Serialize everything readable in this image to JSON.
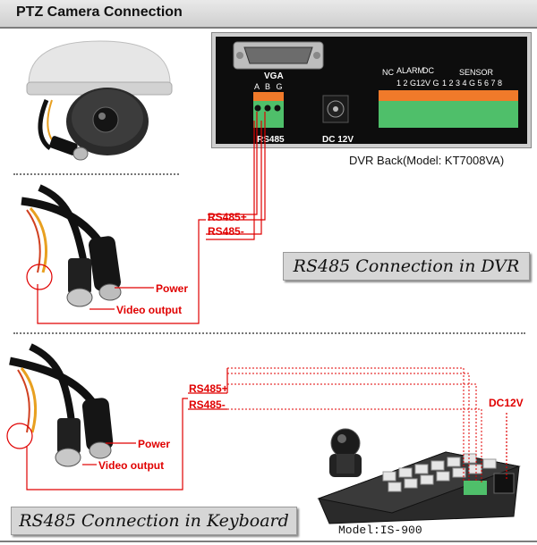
{
  "header": {
    "title": "PTZ Camera Connection"
  },
  "dvr": {
    "vga_label": "VGA",
    "vga_pins": "A B G",
    "rs485_port_label": "RS485",
    "dc_label": "DC 12V",
    "nc_label": "NC",
    "alarm_label": "ALARM",
    "dc_small_label": "DC",
    "sensor_label": "SENSOR",
    "alarm_pins": "1  2  G12V G",
    "sensor_pins": "1  2  3  4  G  5  6  7  8",
    "caption": "DVR Back(Model: KT7008VA)"
  },
  "section1": {
    "rs485_plus": "RS485+",
    "rs485_minus": "RS485-",
    "power": "Power",
    "video_output": "Video output",
    "banner": "RS485 Connection in DVR"
  },
  "section2": {
    "rs485_plus": "RS485+",
    "rs485_minus": "RS485-",
    "power": "Power",
    "video_output": "Video output",
    "dc12v": "DC12V",
    "banner": "RS485 Connection in Keyboard",
    "model": "Model:IS-900"
  },
  "colors": {
    "wire_red": "#e00000",
    "terminal_green": "#4fbf6a",
    "terminal_orange": "#f07a2a"
  }
}
